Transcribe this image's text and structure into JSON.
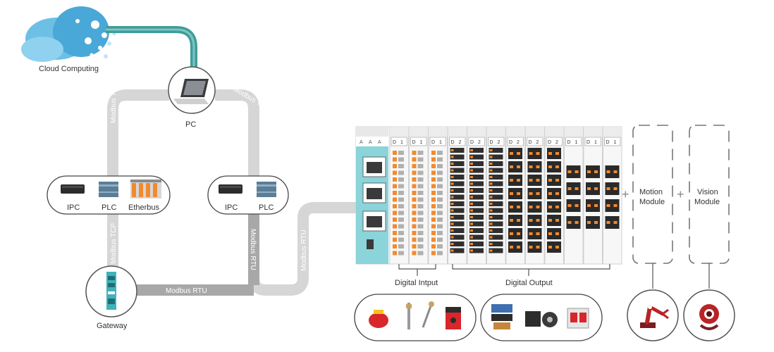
{
  "labels": {
    "cloud": "Cloud Computing",
    "pc": "PC",
    "ipc1": "IPC",
    "plc1": "PLC",
    "etherbus": "Etherbus",
    "ipc2": "IPC",
    "plc2": "PLC",
    "gateway": "Gateway",
    "digital_input": "Digital Intput",
    "digital_output": "Digital Output",
    "motion_line1": "Motion",
    "motion_line2": "Module",
    "vision_line1": "Vision",
    "vision_line2": "Module",
    "plus1": "+",
    "plus2": "+"
  },
  "connections": {
    "left_vertical": "Modbus TCP",
    "right_vertical": "Modbus TCP",
    "gateway_vertical": "Modbus TCP",
    "gateway_horizontal": "Modbus RTU",
    "plc_vertical": "Modbus RTU",
    "rack_vertical": "Modbus RTU"
  },
  "rack": {
    "coupler_ports": [
      "A",
      "A",
      "A"
    ],
    "module_headers": [
      {
        "a": "D",
        "b": "1"
      },
      {
        "a": "D",
        "b": "1"
      },
      {
        "a": "D",
        "b": "1"
      },
      {
        "a": "D",
        "b": "2"
      },
      {
        "a": "D",
        "b": "2"
      },
      {
        "a": "D",
        "b": "2"
      },
      {
        "a": "D",
        "b": "2"
      },
      {
        "a": "D",
        "b": "2"
      },
      {
        "a": "D",
        "b": "2"
      },
      {
        "a": "D",
        "b": "1"
      },
      {
        "a": "D",
        "b": "1"
      },
      {
        "a": "D",
        "b": "1"
      }
    ]
  },
  "colors": {
    "pipe": "#d6d6d6",
    "pipe_dark": "#a8a8a8",
    "cloud_link": "#3f9d9a",
    "coupler": "#7fd0d6",
    "terminal_orange": "#f28a2e",
    "cloud": "#4aa8d8"
  }
}
